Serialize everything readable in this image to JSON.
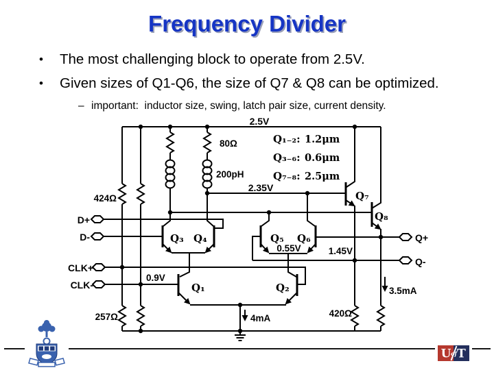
{
  "slide": {
    "title": "Frequency Divider",
    "bullets": [
      {
        "marker": "•",
        "text": "The most challenging block to operate from 2.5V."
      },
      {
        "marker": "•",
        "text": "Given sizes of Q1-Q6, the size of Q7 & Q8 can be optimized."
      }
    ],
    "sub_bullet": {
      "marker": "–",
      "text": "important:  inductor size, swing, latch pair size, current density."
    }
  },
  "circuit": {
    "labels": {
      "supply": "2.5V",
      "load_resistor": "80Ω",
      "load_inductor": "200pH",
      "cascode_node": "2.35V",
      "bias_resistor_top": "424Ω",
      "bias_resistor_bottom": "257Ω",
      "clk_bias": "0.9V",
      "latch_emitter": "0.55V",
      "output_dc": "1.45V",
      "tail_current": "4mA",
      "follower_current": "3.5mA",
      "follower_resistor": "420Ω"
    },
    "ports": {
      "d_plus": "D+",
      "d_minus": "D-",
      "clk_plus": "CLK+",
      "clk_minus": "CLK-",
      "q_plus": "Q+",
      "q_minus": "Q-"
    },
    "transistors": {
      "q1": "Q₁",
      "q2": "Q₂",
      "q3": "Q₃",
      "q4": "Q₄",
      "q5": "Q₅",
      "q6": "Q₆",
      "q7": "Q₇",
      "q8": "Q₈"
    },
    "sizes": [
      {
        "name": "Q₁₋₂:",
        "value": "1.2μm"
      },
      {
        "name": "Q₃₋₆:",
        "value": "0.6μm"
      },
      {
        "name": "Q₇₋₈:",
        "value": "2.5μm"
      }
    ]
  },
  "footer": {
    "ut_logo": {
      "u": "U",
      "of": "of",
      "t": "T"
    }
  },
  "colors": {
    "title": "#1635c4",
    "title_shadow": "#9aa0b8",
    "ink": "#000000",
    "crest_blue": "#3a62ae",
    "crest_navy": "#1e3a7a",
    "ut_red": "#b5382e",
    "ut_navy": "#232f5c"
  }
}
